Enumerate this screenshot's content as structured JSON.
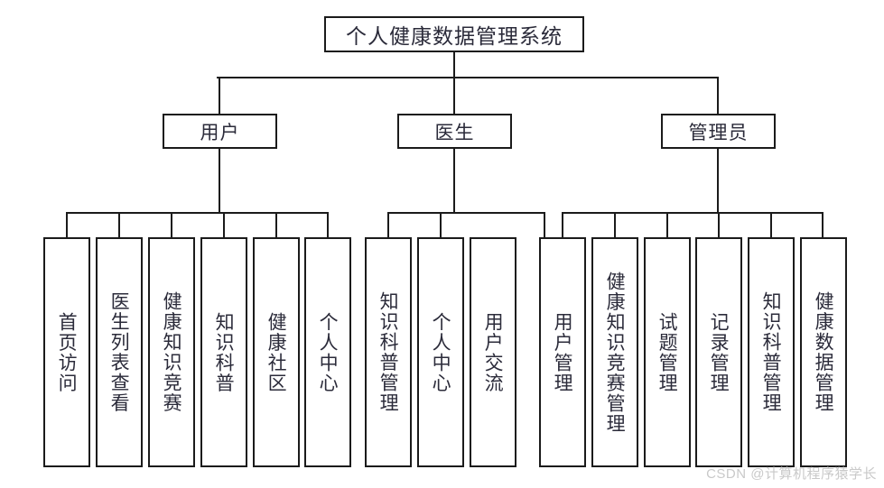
{
  "diagram": {
    "type": "hierarchy-tree",
    "title": "个人健康数据管理系统",
    "orientation": "top-down",
    "colors": {
      "line": "#1b1b1b",
      "box_border": "#1b1b1b",
      "box_fill": "#ffffff",
      "text": "#2b2b3a",
      "watermark": "#c9c9c9"
    },
    "root": {
      "label": "个人健康数据管理系统"
    },
    "branches": [
      {
        "id": "user",
        "label": "用户",
        "leaves": [
          {
            "label": "首页访问"
          },
          {
            "label": "医生列表查看"
          },
          {
            "label": "健康知识竞赛"
          },
          {
            "label": "知识科普"
          },
          {
            "label": "健康社区"
          },
          {
            "label": "个人中心"
          }
        ]
      },
      {
        "id": "doctor",
        "label": "医生",
        "leaves": [
          {
            "label": "知识科普管理"
          },
          {
            "label": "个人中心"
          },
          {
            "label": "用户交流"
          }
        ]
      },
      {
        "id": "admin",
        "label": "管理员",
        "leaves": [
          {
            "label": "用户管理"
          },
          {
            "label": "健康知识竞赛管理"
          },
          {
            "label": "试题管理"
          },
          {
            "label": "记录管理"
          },
          {
            "label": "知识科普管理"
          },
          {
            "label": "健康数据管理"
          }
        ]
      }
    ]
  },
  "watermark": {
    "text": "CSDN @计算机程序猿学长"
  }
}
